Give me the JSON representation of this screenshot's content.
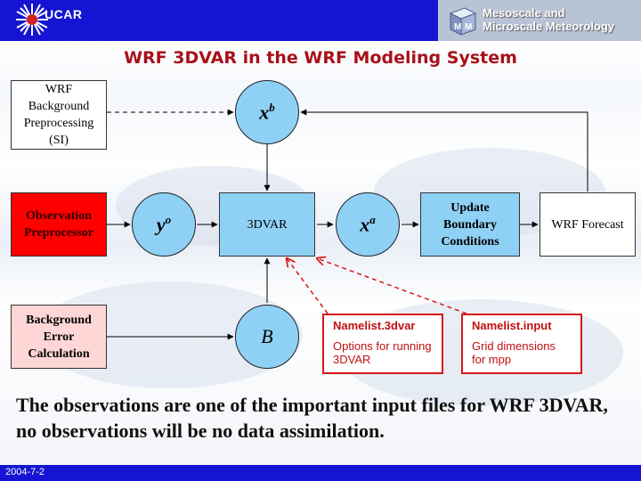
{
  "header": {
    "ucar_label": "UCAR",
    "mmm_line1": "Mesoscale and",
    "mmm_line2": "Microscale Meteorology"
  },
  "title": "WRF 3DVAR in the WRF Modeling System",
  "boxes": {
    "wrf_si": [
      "WRF",
      "Background",
      "Preprocessing",
      "(SI)"
    ],
    "obs_pre": [
      "Observation",
      "Preprocessor"
    ],
    "bg_error": [
      "Background",
      "Error",
      "Calculation"
    ],
    "threedvar": "3DVAR",
    "update_bc": [
      "Update",
      "Boundary",
      "Conditions"
    ],
    "wrf_forecast": "WRF Forecast"
  },
  "circles": {
    "xb_base": "x",
    "xb_sup": "b",
    "yo_base": "y",
    "yo_sup": "o",
    "xa_base": "x",
    "xa_sup": "a",
    "b_label": "B"
  },
  "notes": {
    "namelist_3dvar_title": "Namelist.3dvar",
    "namelist_3dvar_body": "Options for running 3DVAR",
    "namelist_input_title": "Namelist.input",
    "namelist_input_body": "Grid dimensions for mpp"
  },
  "caption": "The observations are one of the important input files for WRF 3DVAR, no observations will be no data assimilation.",
  "footer": {
    "date": "2004-7-2"
  },
  "colors": {
    "bar_blue": "#1414d2",
    "title_red": "#a8101a",
    "obs_red": "#ff0000",
    "pink": "#ffd6d6",
    "node_blue": "#8fd0f5"
  }
}
